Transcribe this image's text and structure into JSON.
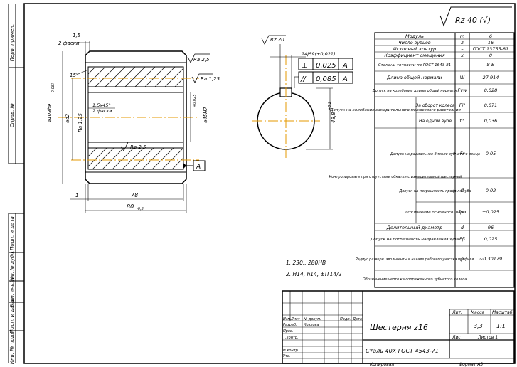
{
  "roughness": {
    "general": "Rz 40 (√)",
    "bore_symbol": "Rz 20",
    "chamfer_left": "Ra 2,5",
    "chamfer_right": "Ra 1,25",
    "bore_inner": "Ra 2,5",
    "tooth_flank": "Ra 1,25"
  },
  "dims": {
    "chamfer_width": "1,5",
    "chamfer_note": "2 фаски",
    "angle": "15°",
    "inner_chamfer": "1,5x45°",
    "inner_chamfer_note": "2 фаски",
    "tip_diameter": "⌀108h9",
    "tip_tol": "-0,087",
    "pitch_diameter": "⌀d2",
    "hub_diameter": "⌀45H7",
    "hub_tol": "+0,025",
    "length_78": "78",
    "length_80": "80",
    "length_80_tol": "-0,3",
    "small_dim": "1",
    "inner_ra": "Ra 1,25",
    "keyway_width": "14JS9(±0,021)",
    "keyway_depth": "48,8",
    "keyway_depth_tol": "+0,2",
    "datum": "A"
  },
  "tolerance_frames": [
    {
      "symbol": "⊥",
      "value": "0,025",
      "datum": "A"
    },
    {
      "symbol": "//",
      "value": "0,085",
      "datum": "A"
    }
  ],
  "param_table": [
    {
      "name": "Модуль",
      "sym": "m",
      "val": "6"
    },
    {
      "name": "Число зубьев",
      "sym": "z",
      "val": "16"
    },
    {
      "name": "Исходный контур",
      "sym": "–",
      "val": "ГОСТ 13755-81"
    },
    {
      "name": "Коэффициент смещения",
      "sym": "x",
      "val": "0"
    },
    {
      "name": "Степень точности по ГОСТ 1643-81",
      "sym": "–",
      "val": "8-B"
    },
    {
      "name": "Длина общей нормали",
      "sym": "W",
      "val": "27,914"
    },
    {
      "name": "Допуск на колебание длины общей нормали",
      "sym": "Fvw",
      "val": "0,028"
    },
    {
      "name": "Допуск на колебание измерительного межосевого расстояния — за оборот колеса",
      "sym": "Fi\"",
      "val": "0,071"
    },
    {
      "name": "на одном зубе",
      "sym": "fi\"",
      "val": "0,036"
    },
    {
      "name": "Допуск на радиальное биение зубчатого венца",
      "sym": "Fr",
      "val": "0,05"
    },
    {
      "name": "Допуск на погрешность профиля зуба",
      "sym": "ff",
      "val": "0,02"
    },
    {
      "name": "Отклонение основного шага",
      "sym": "fpb",
      "val": "±0,025"
    },
    {
      "name": "Делительный диаметр",
      "sym": "d",
      "val": "96"
    },
    {
      "name": "Допуск на погрешность направления зуба",
      "sym": "Fβ",
      "val": "0,025"
    },
    {
      "name": "Радиус разверн. эвольвенты в начале рабочего участка профиля",
      "sym": "ρ",
      "val": "~0,30179"
    },
    {
      "name": "Обозначение чертежа сопряженного зубчатого колеса",
      "sym": "",
      "val": ""
    }
  ],
  "table_labels": {
    "group_control": "Контролировать при отсутствии обкатки с измерительной шестерней",
    "group_fi": "Допуск на колебание измерительного межосевого расстояния",
    "fi_rev": "За оборот колеса",
    "fi_tooth": "На одном зубе"
  },
  "notes": [
    "1. 230...280HB",
    "2. H14, h14, ±IT14/2"
  ],
  "title_block": {
    "title": "Шестерня z16",
    "material": "Сталь 40Х ГОСТ 4543-71",
    "lit_label": "Лит.",
    "mass_label": "Масса",
    "scale_label": "Масштаб",
    "mass": "3,3",
    "scale": "1:1",
    "sheet": "Лист",
    "sheets": "Листов 1",
    "izm": "Изм.",
    "list": "Лист",
    "doc": "№ докум.",
    "podp": "Подп.",
    "data": "Дата",
    "razrab": "Разраб.",
    "razrab_name": "Козлова",
    "prov": "Пров.",
    "tkontr": "Т.контр.",
    "nkontr": "Н.контр.",
    "utv": "Утв.",
    "copied": "Копировал",
    "format": "Формат А3"
  },
  "side_labels": [
    "Перв. примен.",
    "Справ. №",
    "Подп. и дата",
    "Инв. № дубл.",
    "Взам. инв. №",
    "Подп. и дата",
    "Инв. № подл."
  ]
}
